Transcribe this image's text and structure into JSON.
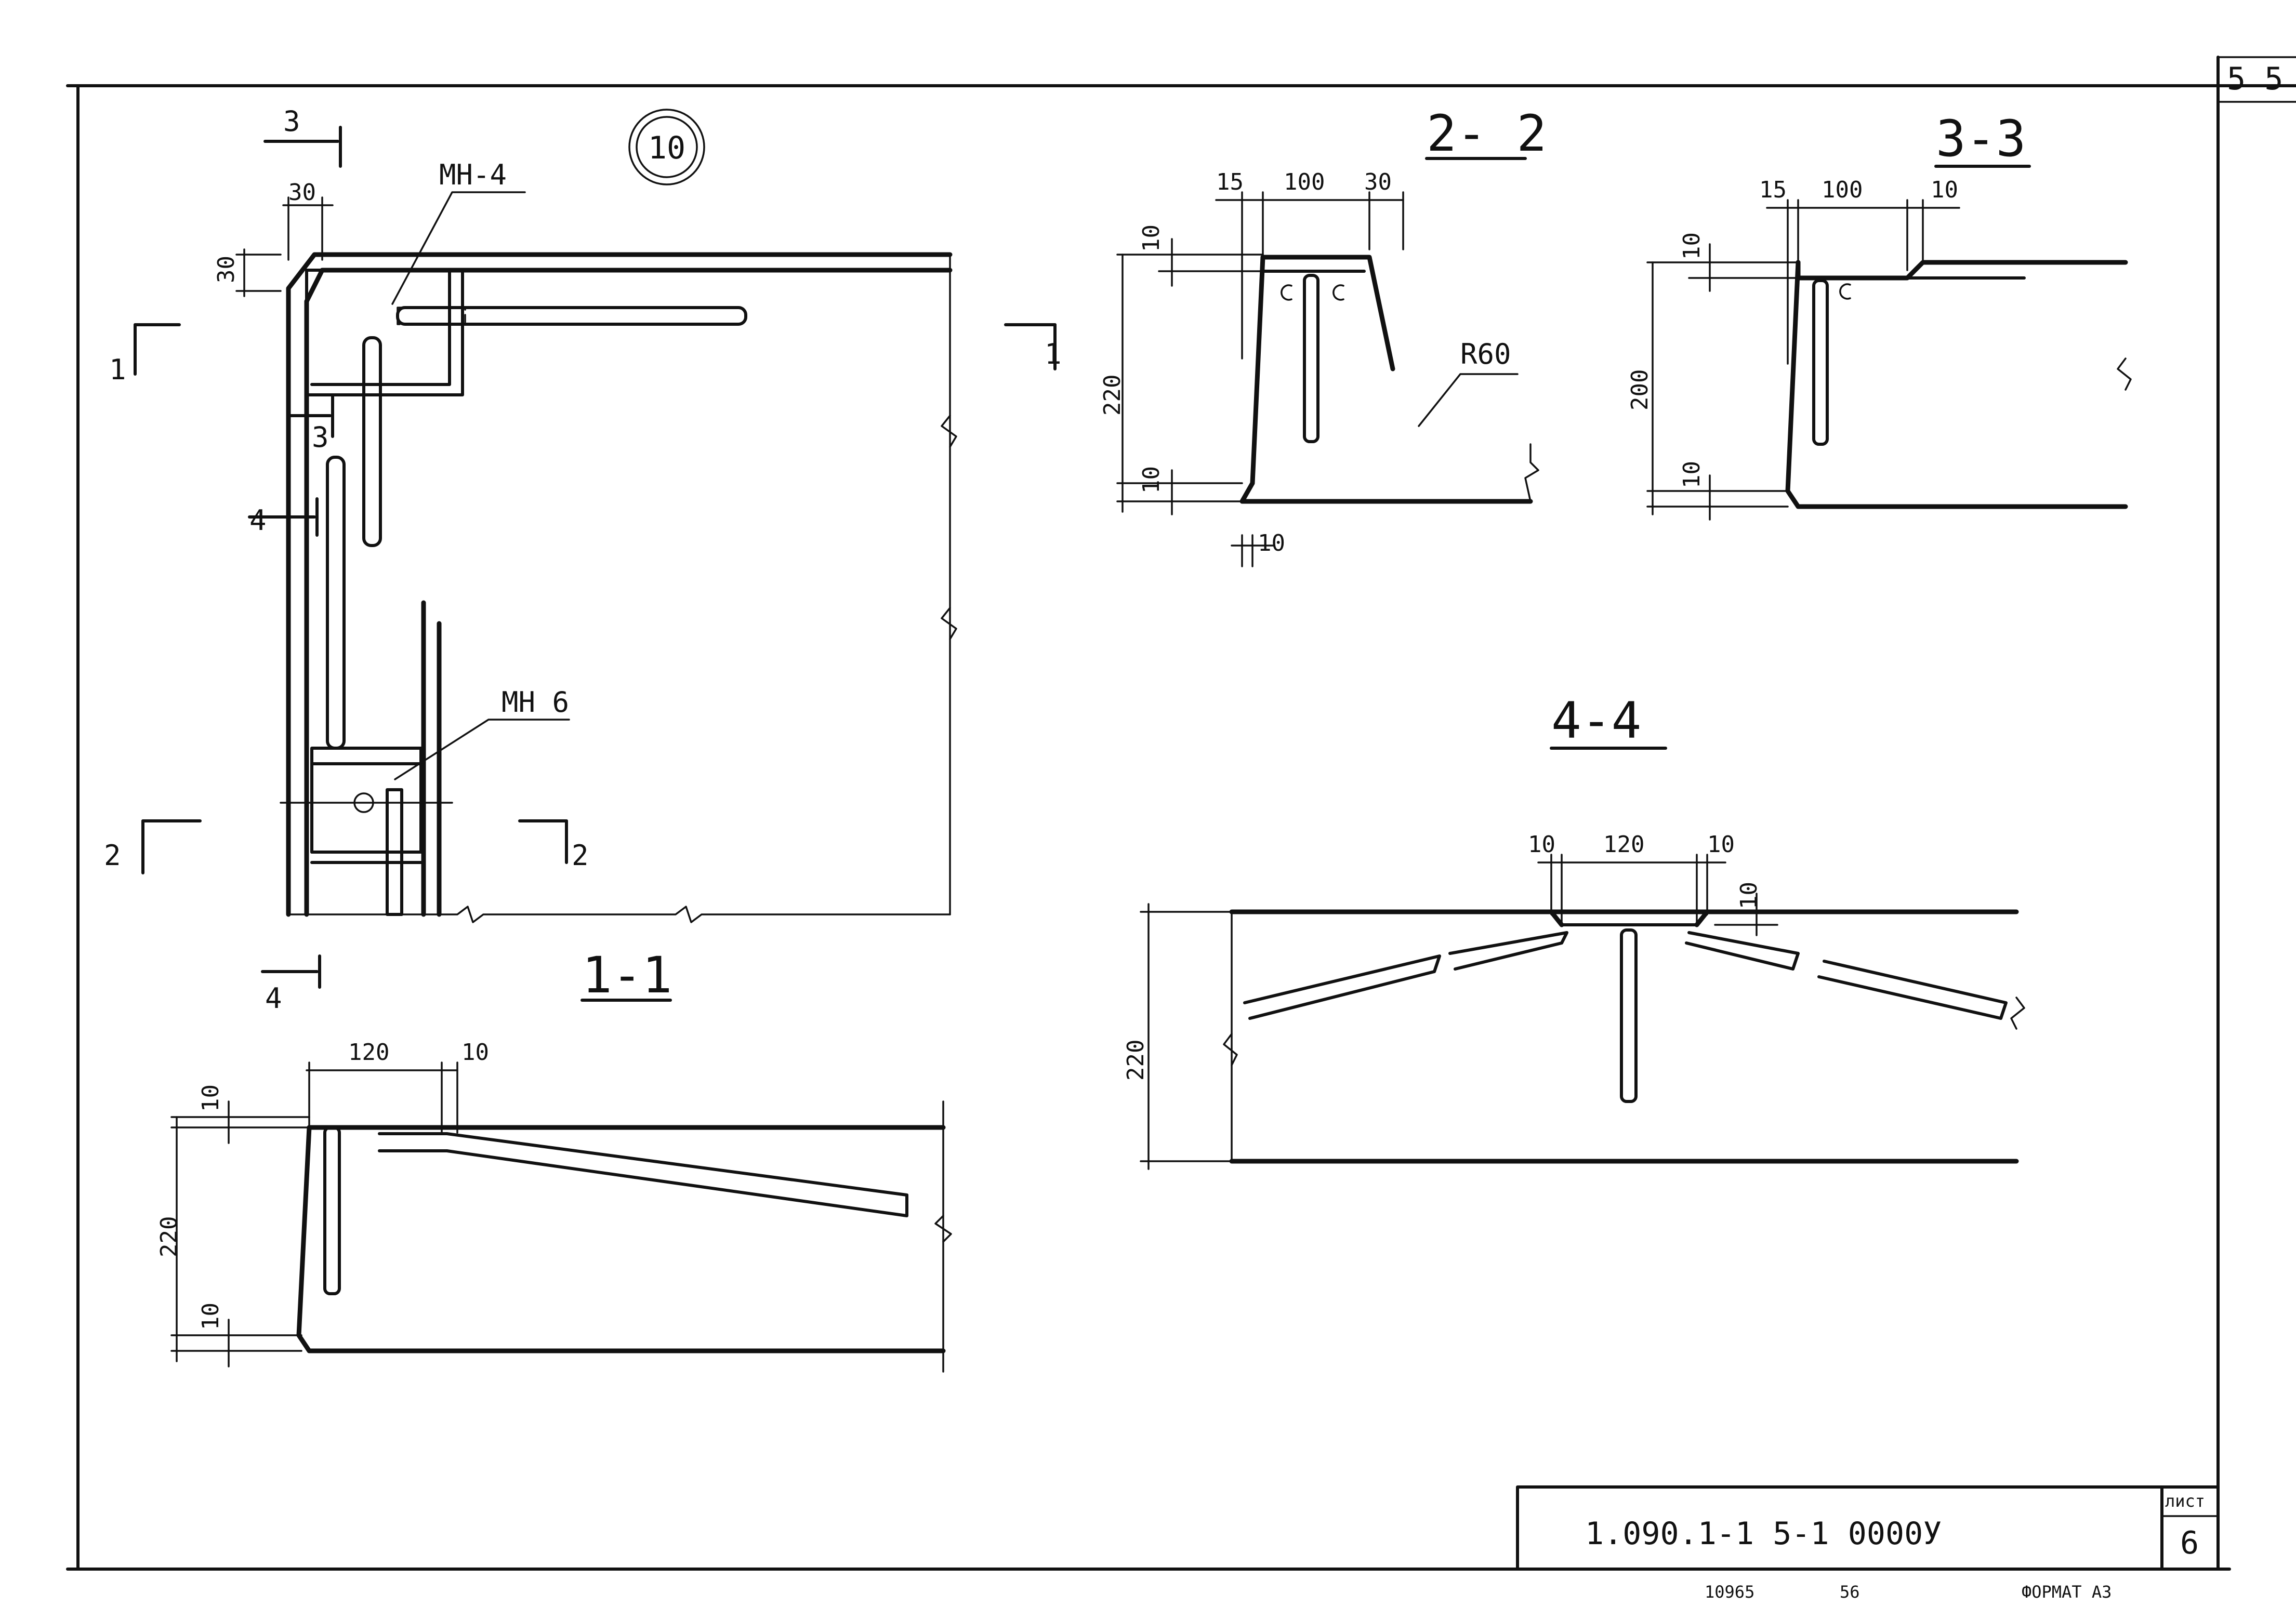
{
  "sheet": {
    "corner_number": "5 5",
    "node_number": "10",
    "document_code": "1.090.1-1   5-1  0000У",
    "sheet_label": "лист",
    "sheet_number": "6",
    "format_label": "ФОРМАТ А3",
    "footer_note": "10965",
    "footer_num": "56"
  },
  "plan": {
    "cut_labels": [
      "1",
      "1",
      "2",
      "2",
      "3",
      "3",
      "4",
      "4"
    ],
    "dim_30_top": "30",
    "dim_30_side": "30",
    "part_mn4": "МН-4",
    "part_mn6": "МН 6"
  },
  "section_1_1": {
    "title": "1-1",
    "dim_120": "120",
    "dim_10_top": "10",
    "dim_10_left": "10",
    "dim_220": "220",
    "dim_10_bottom": "10"
  },
  "section_2_2": {
    "title": "2- 2",
    "dim_15": "15",
    "dim_100": "100",
    "dim_30": "30",
    "dim_10_top": "10",
    "dim_220": "220",
    "dim_10_bottom": "10",
    "dim_10_low": "10",
    "radius": "R60"
  },
  "section_3_3": {
    "title": "3-3",
    "dim_15": "15",
    "dim_100": "100",
    "dim_10_right": "10",
    "dim_10_top": "10",
    "dim_200": "200",
    "dim_10_bottom": "10"
  },
  "section_4_4": {
    "title": "4-4",
    "dim_10_left": "10",
    "dim_120": "120",
    "dim_10_right": "10",
    "dim_10_side": "10",
    "dim_220": "220"
  }
}
